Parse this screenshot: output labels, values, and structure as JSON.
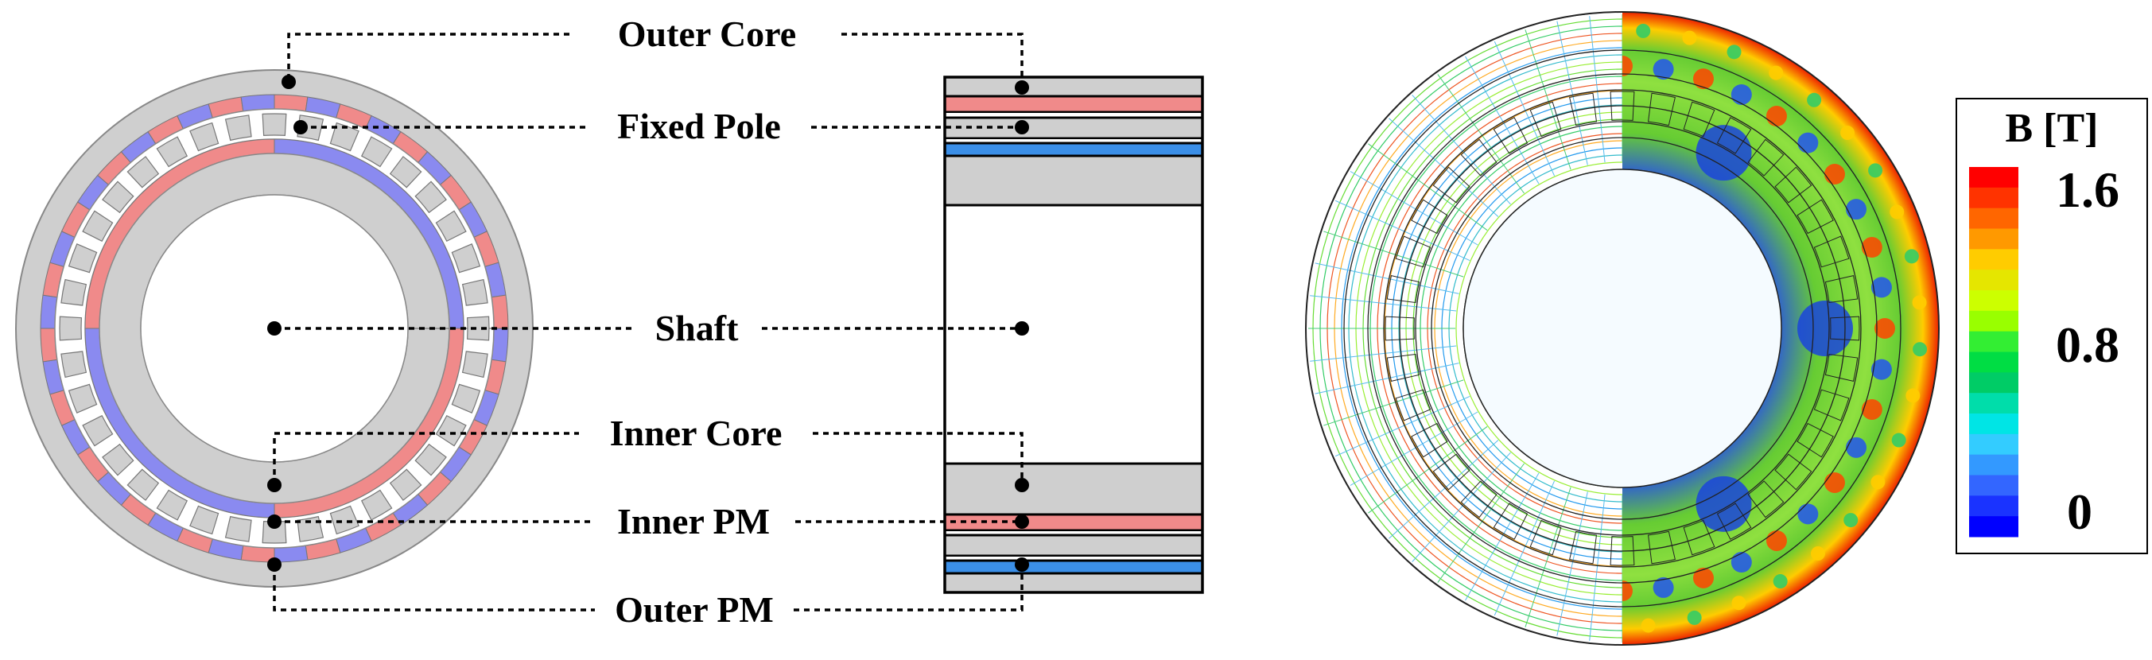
{
  "labels": {
    "outer_core": "Outer Core",
    "fixed_pole": "Fixed Pole",
    "shaft": "Shaft",
    "inner_core": "Inner Core",
    "inner_pm": "Inner PM",
    "outer_pm": "Outer PM"
  },
  "colorbar": {
    "title": "B [T]",
    "max_label": "1.6",
    "mid_label": "0.8",
    "min_label": "0",
    "colors": [
      "#ff0000",
      "#ff3300",
      "#ff6600",
      "#ff9900",
      "#ffcc00",
      "#e5e600",
      "#ccff00",
      "#99ff00",
      "#33ee33",
      "#00dd44",
      "#00cc66",
      "#00ddaa",
      "#00e5e5",
      "#33ccff",
      "#3399ff",
      "#3366ff",
      "#1a33ff",
      "#0000ff"
    ]
  },
  "colors": {
    "core_gray": "#cfcfcf",
    "pm_red": "#f08a8a",
    "pm_blue": "#8a8af0",
    "pm_red_strip": "#f08a8a",
    "pm_blue_strip": "#3b8fe8"
  }
}
